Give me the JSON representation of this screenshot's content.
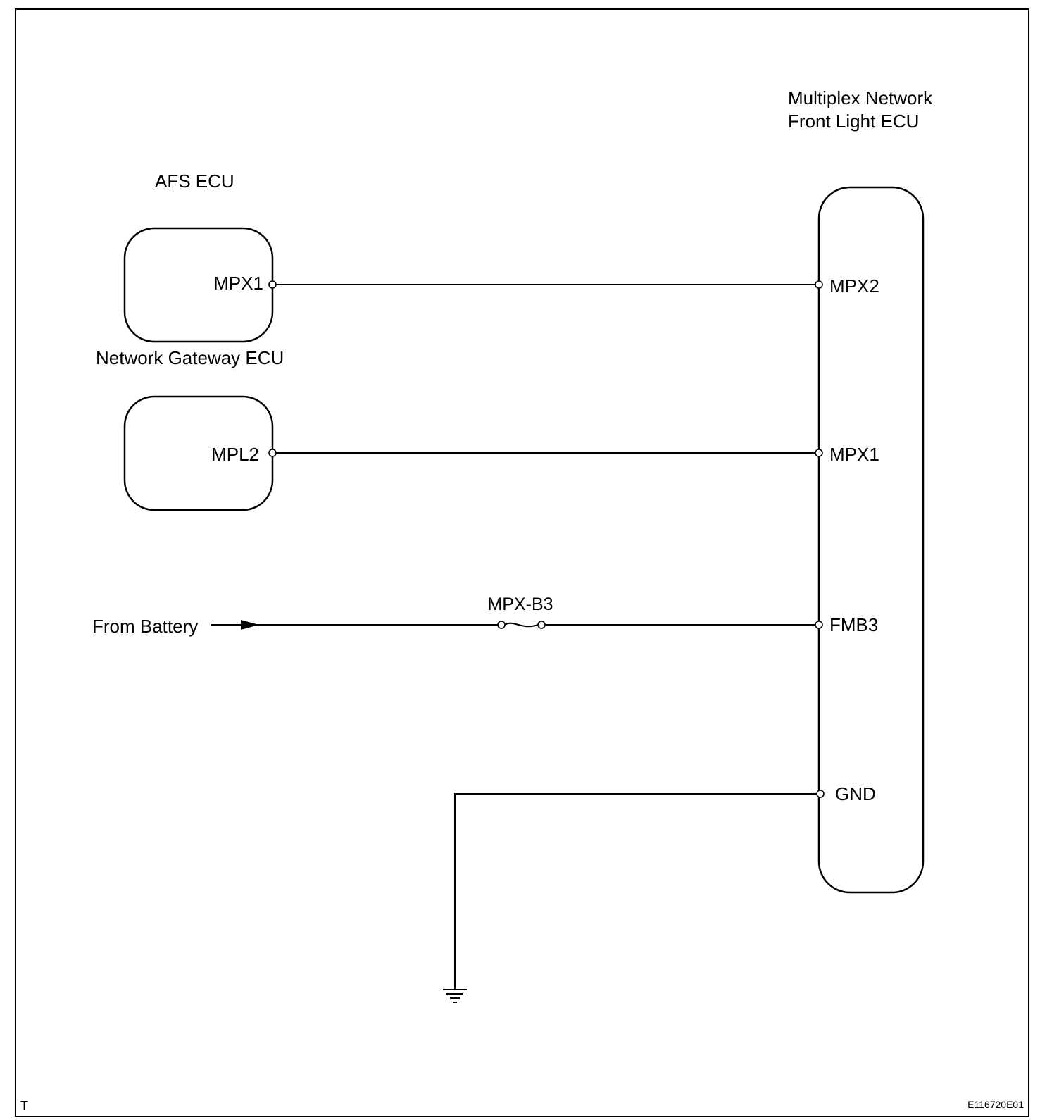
{
  "diagram": {
    "ecus": {
      "afs_title": "AFS ECU",
      "gateway_title": "Network Gateway ECU",
      "front_title_line1": "Multiplex Network",
      "front_title_line2": "Front Light ECU"
    },
    "terminals": {
      "afs_mpx1": "MPX1",
      "gateway_mpl2": "MPL2",
      "front_mpx2": "MPX2",
      "front_mpx1": "MPX1",
      "front_fmb3": "FMB3",
      "front_gnd": "GND"
    },
    "source_label": "From Battery",
    "fuse_label": "MPX-B3",
    "corner_mark": "T",
    "figure_id": "E116720E01"
  }
}
